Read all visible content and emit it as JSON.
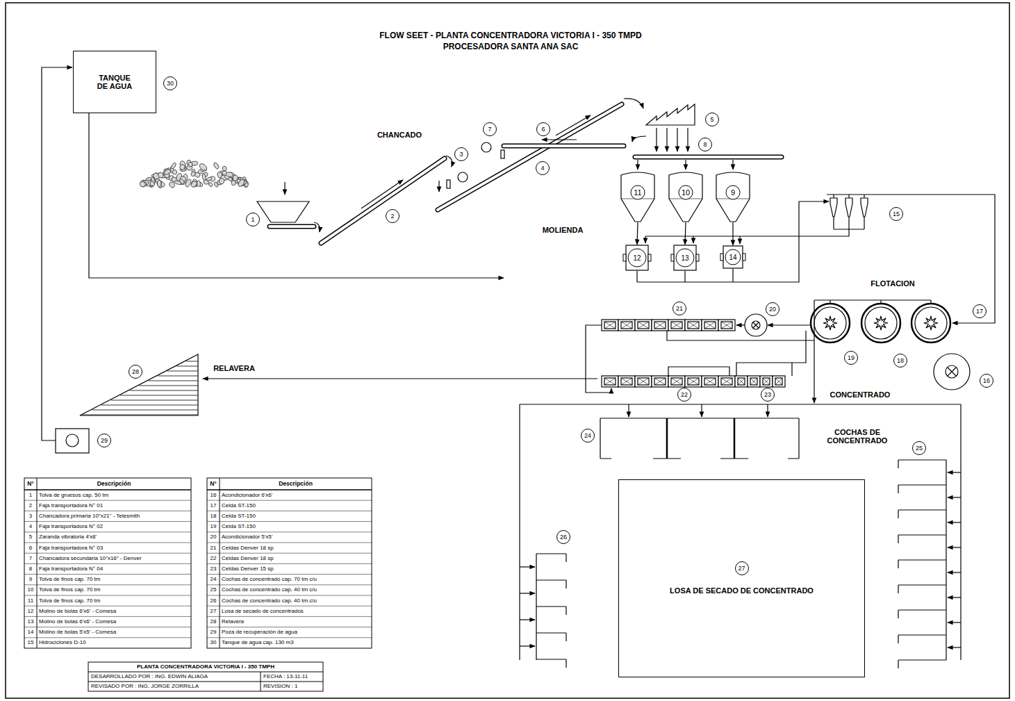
{
  "diagram": {
    "title": "FLOW SEET - PLANTA CONCENTRADORA VICTORIA I - 350 TMPD",
    "nodes": [
      {
        "text": [
          "TANQUE DE AGUA"
        ]
      },
      {
        "text": [
          "11"
        ]
      },
      {
        "text": [
          "10"
        ]
      },
      {
        "text": [
          "9"
        ]
      },
      {
        "text": [
          "12"
        ]
      },
      {
        "text": [
          "13"
        ]
      },
      {
        "text": [
          "14"
        ]
      },
      {
        "text": [
          "27",
          "LOSA DE SECADO DE CONCENTRADO"
        ]
      }
    ],
    "edges": [
      {
        "from": 1,
        "to": 4,
        "arrow": "to"
      },
      {
        "from": 2,
        "to": 5,
        "arrow": "to"
      },
      {
        "from": 3,
        "to": 6,
        "arrow": "to"
      }
    ],
    "labels": [
      "PROCESADORA SANTA ANA SAC",
      "CHANCADO",
      "MOLIENDA",
      "FLOTACION",
      "RELAVERA",
      "CONCENTRADO",
      "COCHAS DE CONCENTRADO",
      "1",
      "2",
      "3",
      "4",
      "5",
      "6",
      "7",
      "8",
      "15",
      "16",
      "17",
      "18",
      "19",
      "20",
      "21",
      "22",
      "23",
      "24",
      "25",
      "26",
      "28",
      "29",
      "30",
      "N°",
      "Descripción",
      "N°",
      "Descripción",
      "1",
      "Tolva de gruesos cap. 50 tm",
      "2",
      "Faja transportadora N° 01",
      "3",
      "Chancadora primaria 10\"x21\" - Telesmith",
      "4",
      "Faja transportadora N° 02",
      "5",
      "Zaranda vibratoria 4'x8'",
      "6",
      "Faja transportadora N° 03",
      "7",
      "Chancadora secundaria 10\"x16\" - Denver",
      "8",
      "Faja transportadora N° 04",
      "9",
      "Tolva de finos cap. 70 tm",
      "10",
      "Tolva de finos cap. 70 tm",
      "11",
      "Tolva de finos cap. 70 tm",
      "12",
      "Molino de bolas 6'x6' - Comesa",
      "13",
      "Molino de bolas 6'x6' - Comesa",
      "14",
      "Molino de bolas 5'x5' - Comesa",
      "15",
      "Hidrociclones D-10",
      "16",
      "Acondicionador 6'x6'",
      "17",
      "Celda ST-150",
      "18",
      "Celda ST-150",
      "19",
      "Celda ST-150",
      "20",
      "Acondicionador 5'x5'",
      "21",
      "Celdas Denver 18 sp",
      "22",
      "Celdas Denver 18 sp",
      "23",
      "Celdas Denver 15 sp",
      "24",
      "Cochas de concentrado cap. 70 tm c/u",
      "25",
      "Cochas de concentrado cap. 40 tm c/u",
      "26",
      "Cochas de concentrado cap. 40 tm c/u",
      "27",
      "Losa de secado de concentrados",
      "28",
      "Relavera",
      "29",
      "Poza de recuperación de agua",
      "30",
      "Tanque de agua cap. 130 m3",
      "PLANTA CONCENTRADORA VICTORIA I - 350 TMPH",
      "DESARROLLADO POR : ING. EDWIN ALIAGA",
      "FECHA : 13-11-11",
      "REVISADO POR : ING. JORGE ZORRILLA",
      "REVISION : 1"
    ]
  }
}
